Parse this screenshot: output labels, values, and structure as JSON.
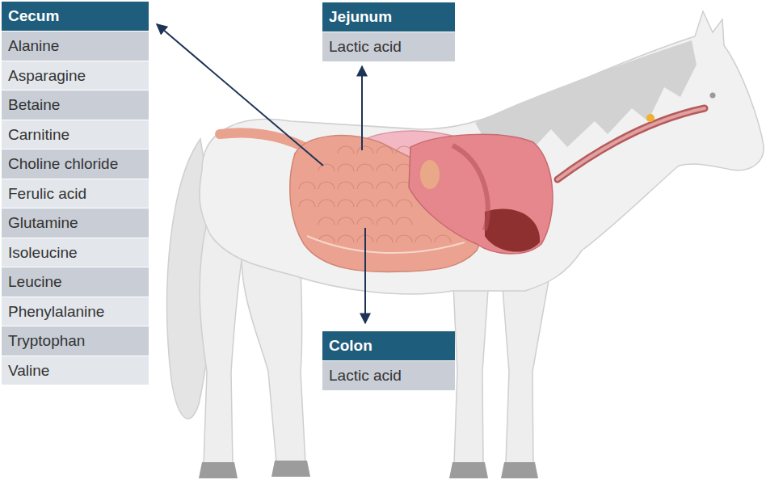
{
  "diagram": {
    "nodes": [
      {
        "text": [
          "Cecum",
          "Alanine",
          "Asparagine",
          "Betaine",
          "Carnitine",
          "Choline chloride",
          "Ferulic acid",
          "Glutamine",
          "Isoleucine",
          "Leucine",
          "Phenylalanine",
          "Tryptophan",
          "Valine"
        ]
      },
      {
        "text": [
          "Jejunum",
          "Lactic acid"
        ]
      },
      {
        "text": [
          "Colon",
          "Lactic acid"
        ]
      }
    ]
  }
}
